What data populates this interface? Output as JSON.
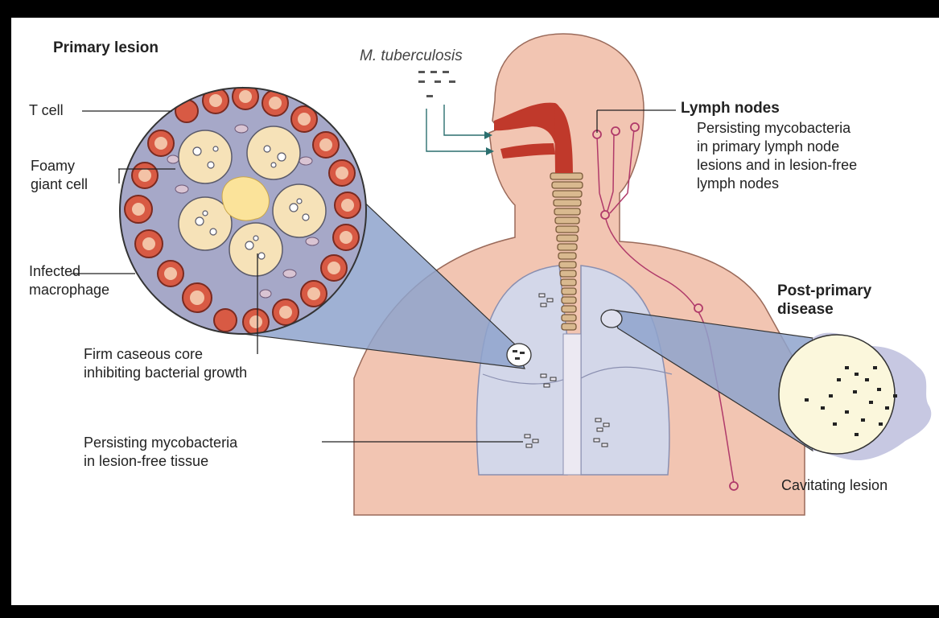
{
  "colors": {
    "skin": "#f2c5b2",
    "skin_outline": "#9a6a5a",
    "airway": "#c0392b",
    "lung": "#d3d7e9",
    "lymph": "#b03a6a",
    "cone": "#8ea3cd",
    "lesion_bg": "#a6a8c8",
    "cell_ring": "#c0483a",
    "giant_cell": "#f6e2b8",
    "caseous_core": "#fbe39a",
    "cavity": "#fbf7dc",
    "background": "#000000"
  },
  "labels": {
    "primary_lesion": "Primary lesion",
    "m_tuberculosis": "M. tuberculosis",
    "t_cell": "T cell",
    "foamy_giant_cell": "Foamy\ngiant cell",
    "infected_macrophage": "Infected\nmacrophage",
    "caseous_core": "Firm caseous core\ninhibiting bacterial growth",
    "persisting_tissue": "Persisting mycobacteria\nin lesion-free tissue",
    "lymph_nodes_title": "Lymph nodes",
    "lymph_nodes_desc": "Persisting mycobacteria\nin primary lymph node\nlesions and in lesion-free\nlymph nodes",
    "post_primary": "Post-primary\ndisease",
    "cavitating_lesion": "Cavitating lesion"
  }
}
